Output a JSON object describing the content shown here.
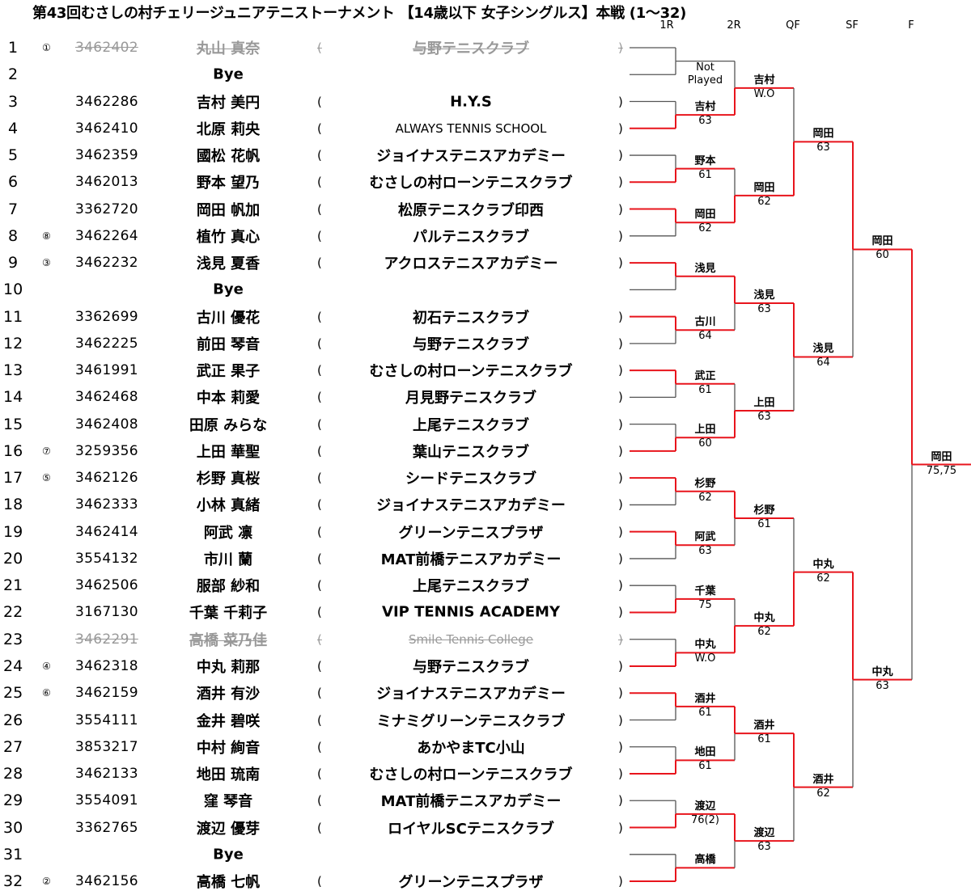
{
  "title": "第43回むさしの村チェリージュニアテニストーナメント 【14歳以下 女子シングルス】本戦 (1～32)",
  "rounds": [
    "1R",
    "2R",
    "QF",
    "SF",
    "F"
  ],
  "colors": {
    "winner_line": "#e8141c",
    "line": "#555555",
    "struck": "#999999"
  },
  "players": [
    {
      "no": "1",
      "seed": "①",
      "id": "3462402",
      "name": "丸山 真奈",
      "club": "与野テニスクラブ",
      "struck": true
    },
    {
      "no": "2",
      "bye": "Bye"
    },
    {
      "no": "3",
      "id": "3462286",
      "name": "吉村 美円",
      "club": "H.Y.S"
    },
    {
      "no": "4",
      "id": "3462410",
      "name": "北原 莉央",
      "club": "ALWAYS TENNIS SCHOOL",
      "small": true
    },
    {
      "no": "5",
      "id": "3462359",
      "name": "國松 花帆",
      "club": "ジョイナステニスアカデミー"
    },
    {
      "no": "6",
      "id": "3462013",
      "name": "野本 望乃",
      "club": "むさしの村ローンテニスクラブ"
    },
    {
      "no": "7",
      "id": "3362720",
      "name": "岡田 帆加",
      "club": "松原テニスクラブ印西"
    },
    {
      "no": "8",
      "seed": "⑧",
      "id": "3462264",
      "name": "植竹 真心",
      "club": "パルテニスクラブ"
    },
    {
      "no": "9",
      "seed": "③",
      "id": "3462232",
      "name": "浅見 夏香",
      "club": "アクロステニスアカデミー"
    },
    {
      "no": "10",
      "bye": "Bye"
    },
    {
      "no": "11",
      "id": "3362699",
      "name": "古川 優花",
      "club": "初石テニスクラブ"
    },
    {
      "no": "12",
      "id": "3462225",
      "name": "前田 琴音",
      "club": "与野テニスクラブ"
    },
    {
      "no": "13",
      "id": "3461991",
      "name": "武正 果子",
      "club": "むさしの村ローンテニスクラブ"
    },
    {
      "no": "14",
      "id": "3462468",
      "name": "中本 莉愛",
      "club": "月見野テニスクラブ"
    },
    {
      "no": "15",
      "id": "3462408",
      "name": "田原 みらな",
      "club": "上尾テニスクラブ"
    },
    {
      "no": "16",
      "seed": "⑦",
      "id": "3259356",
      "name": "上田 華聖",
      "club": "葉山テニスクラブ"
    },
    {
      "no": "17",
      "seed": "⑤",
      "id": "3462126",
      "name": "杉野 真桜",
      "club": "シードテニスクラブ"
    },
    {
      "no": "18",
      "id": "3462333",
      "name": "小林 真緒",
      "club": "ジョイナステニスアカデミー"
    },
    {
      "no": "19",
      "id": "3462414",
      "name": "阿武 凛",
      "club": "グリーンテニスプラザ"
    },
    {
      "no": "20",
      "id": "3554132",
      "name": "市川 蘭",
      "club": "MAT前橋テニスアカデミー"
    },
    {
      "no": "21",
      "id": "3462506",
      "name": "服部 紗和",
      "club": "上尾テニスクラブ"
    },
    {
      "no": "22",
      "id": "3167130",
      "name": "千葉 千莉子",
      "club": "VIP TENNIS ACADEMY"
    },
    {
      "no": "23",
      "id": "3462291",
      "name": "高橋 菜乃佳",
      "club": "Smile Tennis College",
      "small": true,
      "struck": true
    },
    {
      "no": "24",
      "seed": "④",
      "id": "3462318",
      "name": "中丸 莉那",
      "club": "与野テニスクラブ"
    },
    {
      "no": "25",
      "seed": "⑥",
      "id": "3462159",
      "name": "酒井 有沙",
      "club": "ジョイナステニスアカデミー"
    },
    {
      "no": "26",
      "id": "3554111",
      "name": "金井 碧咲",
      "club": "ミナミグリーンテニスクラブ"
    },
    {
      "no": "27",
      "id": "3853217",
      "name": "中村 絢音",
      "club": "あかやまTC小山"
    },
    {
      "no": "28",
      "id": "3462133",
      "name": "地田 琉南",
      "club": "むさしの村ローンテニスクラブ"
    },
    {
      "no": "29",
      "id": "3554091",
      "name": "窪 琴音",
      "club": "MAT前橋テニスアカデミー"
    },
    {
      "no": "30",
      "id": "3362765",
      "name": "渡辺 優芽",
      "club": "ロイヤルSCテニスクラブ"
    },
    {
      "no": "31",
      "bye": "Bye"
    },
    {
      "no": "32",
      "seed": "②",
      "id": "3462156",
      "name": "高橋 七帆",
      "club": "グリーンテニスプラザ"
    }
  ],
  "results": [
    [
      {
        "winner": null,
        "name": "Not",
        "score": "Played"
      },
      {
        "winner": "bottom",
        "name": "吉村",
        "score": "63"
      },
      {
        "winner": "bottom",
        "name": "野本",
        "score": "61"
      },
      {
        "winner": "top",
        "name": "岡田",
        "score": "62"
      },
      {
        "winner": "top",
        "name": "浅見",
        "score": ""
      },
      {
        "winner": "top",
        "name": "古川",
        "score": "64"
      },
      {
        "winner": "top",
        "name": "武正",
        "score": "61"
      },
      {
        "winner": "bottom",
        "name": "上田",
        "score": "60"
      },
      {
        "winner": "top",
        "name": "杉野",
        "score": "62"
      },
      {
        "winner": "top",
        "name": "阿武",
        "score": "63"
      },
      {
        "winner": "bottom",
        "name": "千葉",
        "score": "75"
      },
      {
        "winner": "bottom",
        "name": "中丸",
        "score": "W.O"
      },
      {
        "winner": "top",
        "name": "酒井",
        "score": "61"
      },
      {
        "winner": "bottom",
        "name": "地田",
        "score": "61"
      },
      {
        "winner": "bottom",
        "name": "渡辺",
        "score": "76(2)"
      },
      {
        "winner": "bottom",
        "name": "高橋",
        "score": ""
      }
    ],
    [
      {
        "winner": "bottom",
        "name": "吉村",
        "score": "W.O"
      },
      {
        "winner": "bottom",
        "name": "岡田",
        "score": "62"
      },
      {
        "winner": "top",
        "name": "浅見",
        "score": "63"
      },
      {
        "winner": "bottom",
        "name": "上田",
        "score": "63"
      },
      {
        "winner": "top",
        "name": "杉野",
        "score": "61"
      },
      {
        "winner": "bottom",
        "name": "中丸",
        "score": "62"
      },
      {
        "winner": "top",
        "name": "酒井",
        "score": "61"
      },
      {
        "winner": "top",
        "name": "渡辺",
        "score": "63"
      }
    ],
    [
      {
        "winner": "bottom",
        "name": "岡田",
        "score": "63"
      },
      {
        "winner": "top",
        "name": "浅見",
        "score": "64"
      },
      {
        "winner": "bottom",
        "name": "中丸",
        "score": "62"
      },
      {
        "winner": "top",
        "name": "酒井",
        "score": "62"
      }
    ],
    [
      {
        "winner": "top",
        "name": "岡田",
        "score": "60"
      },
      {
        "winner": "top",
        "name": "中丸",
        "score": "63"
      }
    ],
    [
      {
        "winner": "top",
        "name": "岡田",
        "score": "75,75"
      }
    ]
  ]
}
